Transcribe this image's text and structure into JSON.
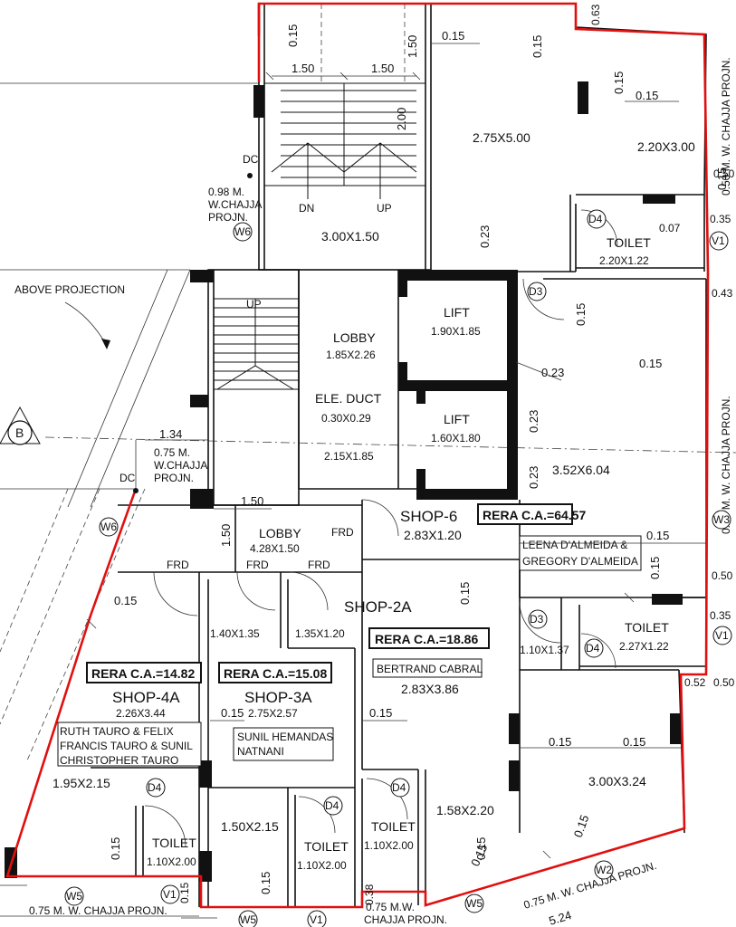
{
  "rooms": {
    "stair_dim": "3.00X1.50",
    "room_top": "2.75X5.00",
    "room_top_right": "2.20X3.00",
    "toilet_top": "TOILET",
    "toilet_top_dim": "2.20X1.22",
    "lift1": "LIFT",
    "lift1_dim": "1.90X1.85",
    "lift2": "LIFT",
    "lift2_dim": "1.60X1.80",
    "lobby": "LOBBY",
    "lobby_dim": "1.85X2.26",
    "ele_duct": "ELE. DUCT",
    "ele_duct_dim": "0.30X0.29",
    "hall_dim": "2.15X1.85",
    "right_dim": "3.52X6.04",
    "lobby2": "LOBBY",
    "lobby2_dim": "4.28X1.50",
    "shop6": "SHOP-6",
    "shop6_dim": "2.83X1.20",
    "shop2a": "SHOP-2A",
    "shop2a_dim": "2.83X3.86",
    "shop2a_sub": "1.35X1.20",
    "shop3a": "SHOP-3A",
    "shop3a_dim": "2.75X2.57",
    "shop3a_sub": "1.40X1.35",
    "shop4a": "SHOP-4A",
    "shop4a_dim": "2.26X3.44",
    "toilet_right": "TOILET",
    "toilet_right_dim": "2.27X1.22",
    "right_sub": "1.10X1.37",
    "lower_right": "3.00X3.24",
    "mid_right": "1.58X2.20",
    "left_lower": "1.95X2.15",
    "mid_lower": "1.50X2.15",
    "toilet_a": "TOILET",
    "toilet_a_dim": "1.10X2.00",
    "toilet_b": "TOILET",
    "toilet_b_dim": "1.10X2.00",
    "toilet_c": "TOILET",
    "toilet_c_dim": "1.10X2.00"
  },
  "rera": {
    "shop6": "RERA C.A.=64.57",
    "shop2a": "RERA C.A.=18.86",
    "shop3a": "RERA C.A.=15.08",
    "shop4a": "RERA C.A.=14.82"
  },
  "owners": {
    "shop6_l1": "LEENA D'ALMEIDA &",
    "shop6_l2": "GREGORY D'ALMEIDA",
    "shop2a": "BERTRAND CABRAL",
    "shop3a_l1": "SUNIL HEMANDAS",
    "shop3a_l2": "NATNANI",
    "shop4a_l1": "RUTH TAURO & FELIX",
    "shop4a_l2": "FRANCIS TAURO & SUNIL",
    "shop4a_l3": "CHRISTOPHER TAURO"
  },
  "labels": {
    "above_projection": "ABOVE PROJECTION",
    "dc1": "DC",
    "dc2": "DC",
    "dn": "DN",
    "up1": "UP",
    "up2": "UP",
    "chajja_1_l1": "0.98 M.",
    "chajja_1_l2": "W.CHAJJA",
    "chajja_1_l3": "PROJN.",
    "chajja_2_l1": "0.75 M.",
    "chajja_2_l2": "W.CHAJJA",
    "chajja_2_l3": "PROJN.",
    "chajja_bottom_left": "0.75 M. W. CHAJJA PROJN.",
    "chajja_bottom_mid_l1": "0.75 M.W.",
    "chajja_bottom_mid_l2": "CHAJJA PROJN.",
    "chajja_bottom_right": "0.75 M. W. CHAJJA PROJN.",
    "chajja_right_1": "0.50 M. W. CHAJJA PROJN.",
    "chajja_right_2": "0.43 M. W. CHAJJA PROJN.",
    "frd1": "FRD",
    "frd2": "FRD",
    "frd3": "FRD",
    "frd4": "FRD",
    "grid_b": "B"
  },
  "tags": {
    "w6a": "W6",
    "w6b": "W6",
    "w3": "W3",
    "w2": "W2",
    "w5a": "W5",
    "w5b": "W5",
    "w5c": "W5",
    "v1a": "V1",
    "v1b": "V1",
    "v1c": "V1",
    "v1d": "V1",
    "d3a": "D3",
    "d3b": "D3",
    "d4a": "D4",
    "d4b": "D4",
    "d4c": "D4",
    "d4d": "D4",
    "d4e": "D4"
  },
  "dims": {
    "a": "0.15",
    "b": "1.50",
    "c": "1.50",
    "d": "1.50",
    "e": "0.15",
    "f": "0.15",
    "g": "0.63",
    "h": "0.15",
    "i": "0.15",
    "j": "2.00",
    "k": "0.23",
    "l": "0.07",
    "m": "0.35",
    "n": "0.43",
    "o": "0.15",
    "p": "0.15",
    "q": "0.23",
    "r": "0.23",
    "s": "0.23",
    "t": "1.34",
    "u": "1.50",
    "v": "1.50",
    "w": "0.15",
    "x": "0.15",
    "y": "0.50",
    "z": "0.35",
    "aa": "0.15",
    "ab": "0.52",
    "ac": "0.50",
    "ad": "0.15",
    "ae": "0.15",
    "af": "0.15",
    "ag": "0.15",
    "ah": "0.15",
    "ai": "0.15",
    "aj": "0.15",
    "ak": "0.15",
    "al": "0.15",
    "am": "0.38",
    "an": "0.15",
    "ao": "5.24",
    "ap": "0.15",
    "aq": "0.15",
    "ar": "0.50"
  }
}
